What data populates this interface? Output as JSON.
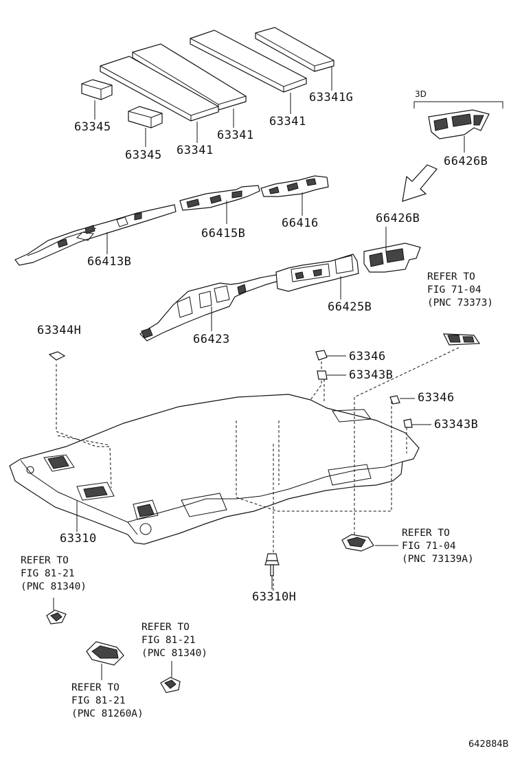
{
  "labels": {
    "p63341g": "63341G",
    "p63341_a": "63341",
    "p63341_b": "63341",
    "p63341_c": "63341",
    "p63345_a": "63345",
    "p63345_b": "63345",
    "group_3d": "3D",
    "p66426b_top": "66426B",
    "p66416": "66416",
    "p66415b": "66415B",
    "p66413b": "66413B",
    "p66426b_mid": "66426B",
    "p66425b": "66425B",
    "p66423": "66423",
    "p63344h": "63344H",
    "p63346_a": "63346",
    "p63343b_a": "63343B",
    "p63346_b": "63346",
    "p63343b_b": "63343B",
    "p63310": "63310",
    "p63310h": "63310H",
    "figure_id": "642884B"
  },
  "refs": {
    "ref_73373": [
      "REFER TO",
      "FIG 71-04",
      "(PNC 73373)"
    ],
    "ref_73139a": [
      "REFER TO",
      "FIG 71-04",
      "(PNC 73139A)"
    ],
    "ref_81340_left": [
      "REFER TO",
      "FIG 81-21",
      "(PNC 81340)"
    ],
    "ref_81340_center": [
      "REFER TO",
      "FIG 81-21",
      "(PNC 81340)"
    ],
    "ref_81260a": [
      "REFER TO",
      "FIG 81-21",
      "(PNC 81260A)"
    ]
  }
}
